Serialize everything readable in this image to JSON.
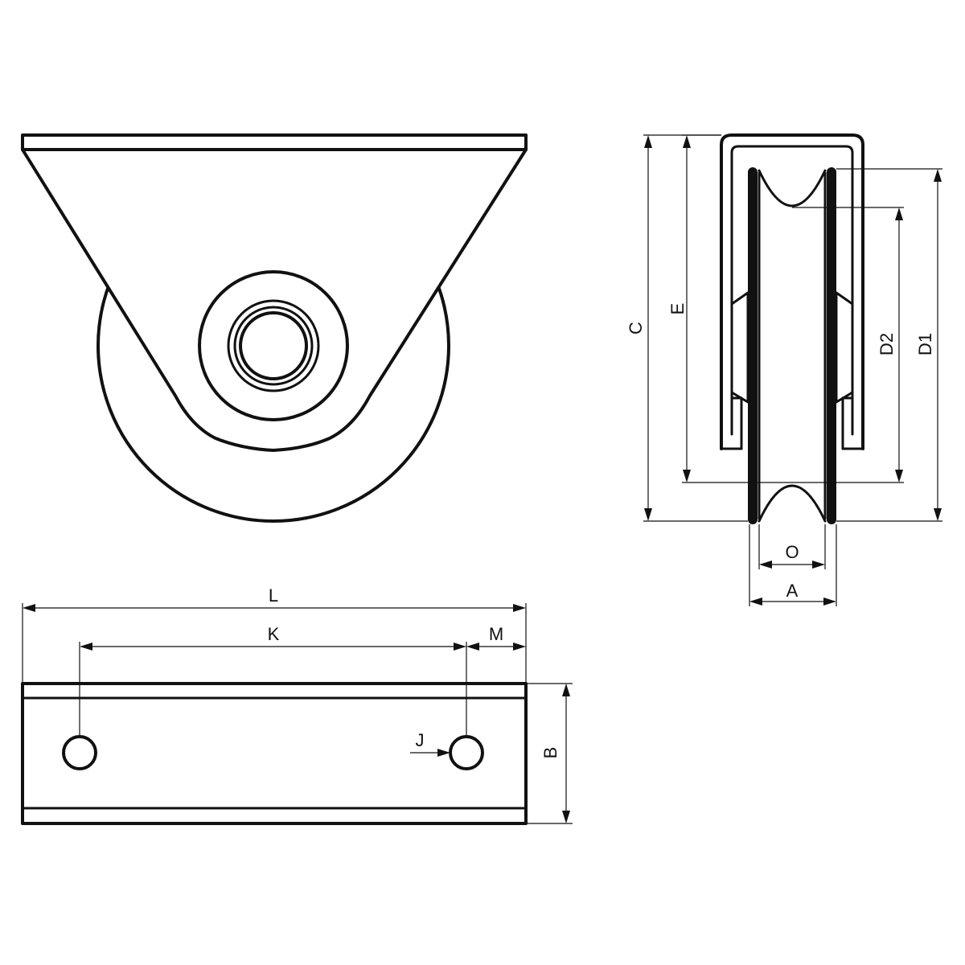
{
  "diagram": {
    "dimension_labels": {
      "C": "C",
      "E": "E",
      "D2": "D2",
      "D1": "D1",
      "O": "O",
      "A": "A",
      "L": "L",
      "K": "K",
      "M": "M",
      "J": "J",
      "B": "B"
    }
  },
  "colors": {
    "line": "#111111",
    "background": "#ffffff"
  }
}
